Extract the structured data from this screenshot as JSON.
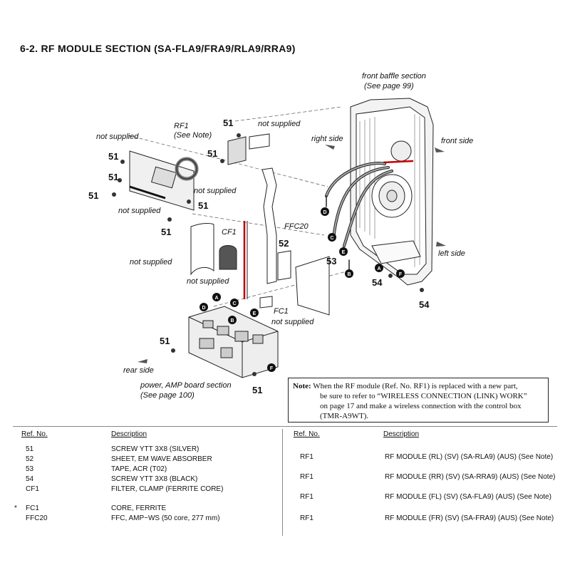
{
  "title": "6-2.   RF  MODULE  SECTION (SA-FLA9/FRA9/RLA9/RRA9)",
  "labels": {
    "front_baffle": "front baffle section",
    "front_baffle_ref": "(See page 99)",
    "right_side": "right side",
    "front_side": "front side",
    "left_side": "left side",
    "rear_side": "rear side",
    "rf1": "RF1",
    "see_note": "(See Note)",
    "not_supplied": "not supplied",
    "cf1": "CF1",
    "ffc20": "FFC20",
    "fc1": "FC1",
    "power_amp": "power, AMP board section",
    "power_amp_ref": "(See page 100)"
  },
  "callouts": [
    "51",
    "52",
    "53",
    "54"
  ],
  "connectors": [
    "A",
    "B",
    "C",
    "D",
    "E",
    "F"
  ],
  "note": {
    "heading": "Note:",
    "line1": "When the RF module (Ref. No. RF1) is replaced with a new part,",
    "line2": "be sure to refer to “WIRELESS CONNECTION (LINK) WORK”",
    "line3": "on page 17 and make a wireless connection with the control box",
    "line4": "(TMR-A9WT)."
  },
  "parts_table": {
    "col_ref": "Ref. No.",
    "col_desc": "Description",
    "rows": [
      {
        "mark": "",
        "ref": "51",
        "desc": "SCREW YTT 3X8 (SILVER)"
      },
      {
        "mark": "",
        "ref": "52",
        "desc": "SHEET, EM WAVE ABSORBER"
      },
      {
        "mark": "",
        "ref": "53",
        "desc": "TAPE, ACR (T02)"
      },
      {
        "mark": "",
        "ref": "54",
        "desc": "SCREW YTT 3X8 (BLACK)"
      },
      {
        "mark": "",
        "ref": "CF1",
        "desc": "FILTER, CLAMP (FERRITE CORE)"
      },
      {
        "mark": "*",
        "ref": "FC1",
        "desc": "CORE, FERRITE"
      },
      {
        "mark": "",
        "ref": "FFC20",
        "desc": "FFC, AMP~WS (50 core, 277 mm)"
      }
    ]
  },
  "rf_table": {
    "col_ref": "Ref. No.",
    "col_desc": "Description",
    "rows": [
      {
        "ref": "RF1",
        "desc": "RF MODULE (RL) (SV) (SA-RLA9) (AUS) (See Note)"
      },
      {
        "ref": "RF1",
        "desc": "RF MODULE (RR) (SV) (SA-RRA9) (AUS) (See Note)"
      },
      {
        "ref": "RF1",
        "desc": "RF MODULE (FL) (SV) (SA-FLA9) (AUS) (See Note)"
      },
      {
        "ref": "RF1",
        "desc": "RF MODULE (FR) (SV) (SA-FRA9) (AUS) (See Note)"
      }
    ]
  }
}
